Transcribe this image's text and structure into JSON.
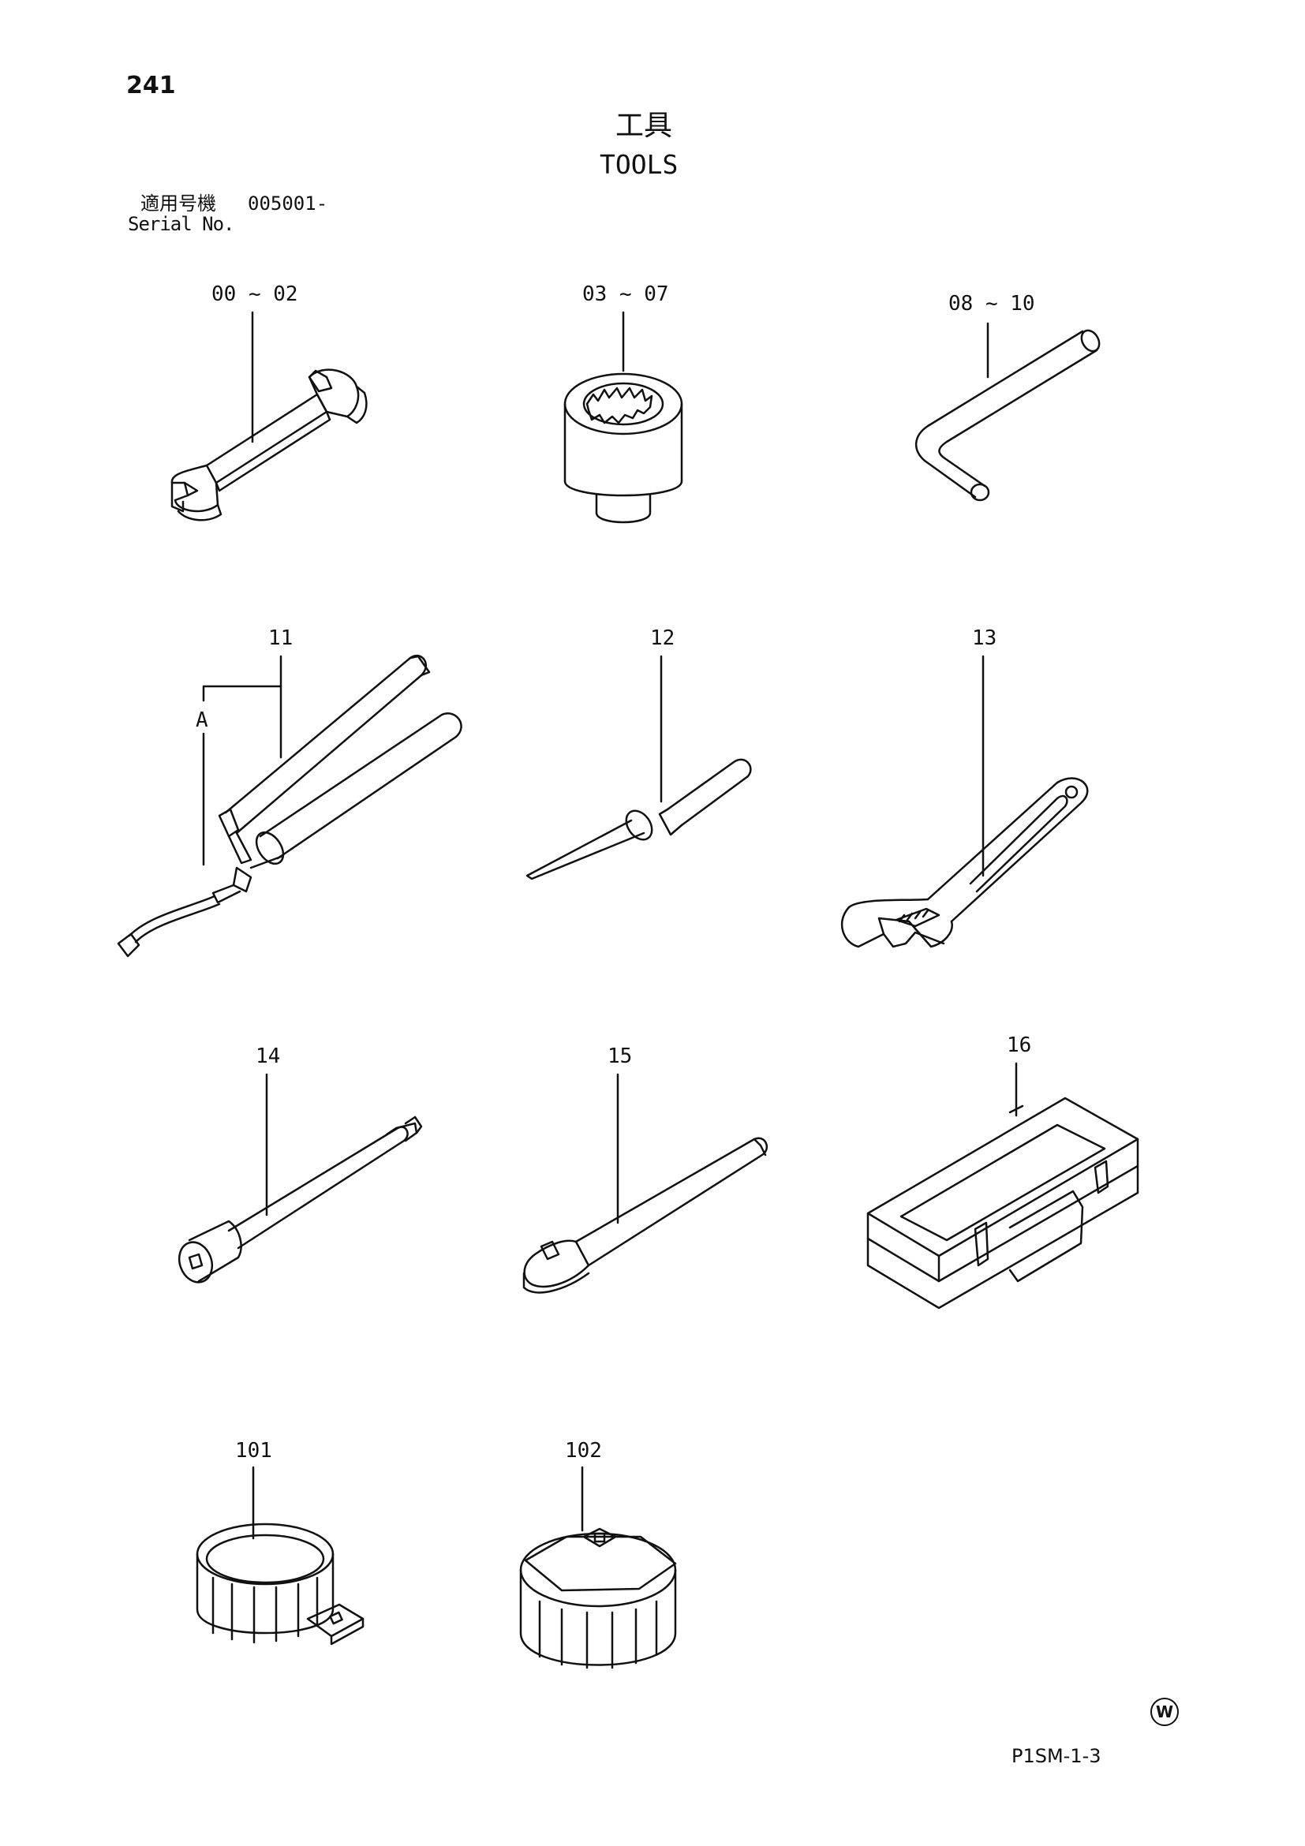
{
  "page_number": "241",
  "title": {
    "japanese": "工具",
    "english": "TOOLS"
  },
  "serial": {
    "label_japanese": "適用号機",
    "value": "005001-",
    "label_english": "Serial No."
  },
  "callouts": {
    "c_00_02": "00 ~ 02",
    "c_03_07": "03 ~ 07",
    "c_08_10": "08 ~ 10",
    "c_11": "11",
    "c_A": "A",
    "c_12": "12",
    "c_13": "13",
    "c_14": "14",
    "c_15": "15",
    "c_16": "16",
    "c_101": "101",
    "c_102": "102"
  },
  "parts": [
    {
      "ref": "00 ~ 02",
      "icon": "open-end-wrench-icon"
    },
    {
      "ref": "03 ~ 07",
      "icon": "socket-icon"
    },
    {
      "ref": "08 ~ 10",
      "icon": "hex-key-icon"
    },
    {
      "ref": "11",
      "icon": "grease-gun-icon"
    },
    {
      "ref": "12",
      "icon": "screwdriver-icon"
    },
    {
      "ref": "13",
      "icon": "adjustable-wrench-icon"
    },
    {
      "ref": "14",
      "icon": "socket-extension-bar-icon"
    },
    {
      "ref": "15",
      "icon": "ratchet-handle-icon"
    },
    {
      "ref": "16",
      "icon": "tool-box-icon"
    },
    {
      "ref": "101",
      "icon": "filter-wrench-band-icon"
    },
    {
      "ref": "102",
      "icon": "filter-wrench-cap-icon"
    }
  ],
  "watermark_symbol": "W",
  "doc_code": "P1SM-1-3"
}
